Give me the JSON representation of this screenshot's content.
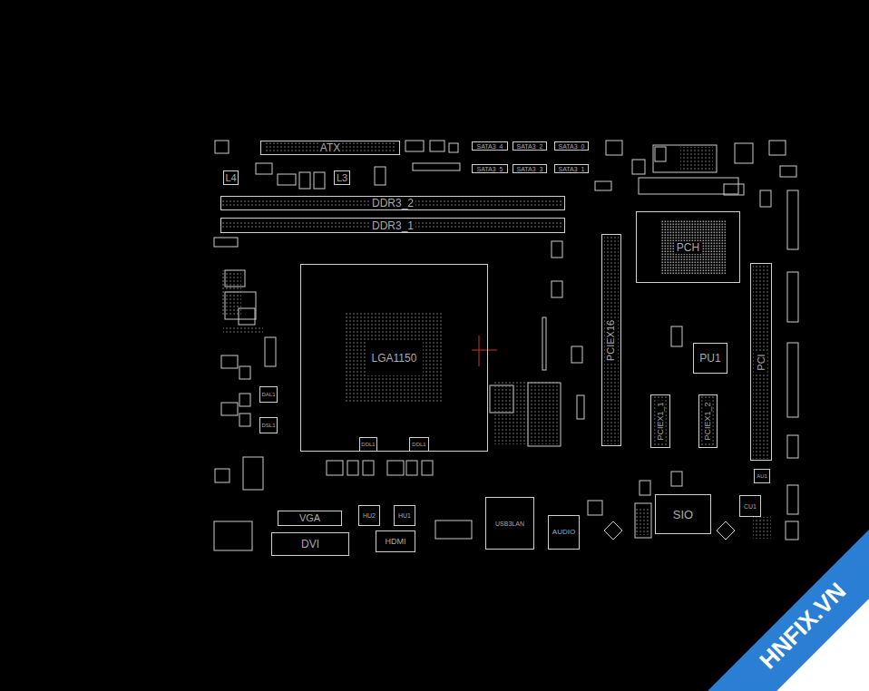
{
  "diagram": {
    "nodes": [
      {
        "text": [
          "ATX"
        ]
      },
      {
        "text": [
          "SATA3_4"
        ]
      },
      {
        "text": [
          "SATA3_2"
        ]
      },
      {
        "text": [
          "SATA3_0"
        ]
      },
      {
        "text": [
          "SATA3_5"
        ]
      },
      {
        "text": [
          "SATA3_3"
        ]
      },
      {
        "text": [
          "SATA3_1"
        ]
      },
      {
        "text": [
          "L4"
        ]
      },
      {
        "text": [
          "L3"
        ]
      },
      {
        "text": [
          "DDR3_2"
        ]
      },
      {
        "text": [
          "DDR3_1"
        ]
      },
      {
        "text": [
          "PCH"
        ]
      },
      {
        "text": [
          "LGA1150"
        ]
      },
      {
        "text": [
          "DDL1"
        ],
        "in": 12
      },
      {
        "text": [
          "DDL1"
        ],
        "in": 12
      },
      {
        "text": [
          "DAL1"
        ]
      },
      {
        "text": [
          "DSL1"
        ]
      },
      {
        "text": [
          "PCIEX16"
        ]
      },
      {
        "text": [
          "PU1"
        ]
      },
      {
        "text": [
          "PCIEX1_1"
        ]
      },
      {
        "text": [
          "PCIEX1_2"
        ]
      },
      {
        "text": [
          "PCI"
        ]
      },
      {
        "text": [
          "AU1"
        ]
      },
      {
        "text": [
          "VGA"
        ]
      },
      {
        "text": [
          "HU2"
        ]
      },
      {
        "text": [
          "HU1"
        ]
      },
      {
        "text": [
          "USB3LAN"
        ]
      },
      {
        "text": [
          "AUDIO"
        ]
      },
      {
        "text": [
          "SIO"
        ]
      },
      {
        "text": [
          "CU1"
        ]
      },
      {
        "text": [
          "DVI"
        ]
      },
      {
        "text": [
          "HDMI"
        ]
      }
    ],
    "labels": [
      "HNFIX.VN"
    ]
  }
}
